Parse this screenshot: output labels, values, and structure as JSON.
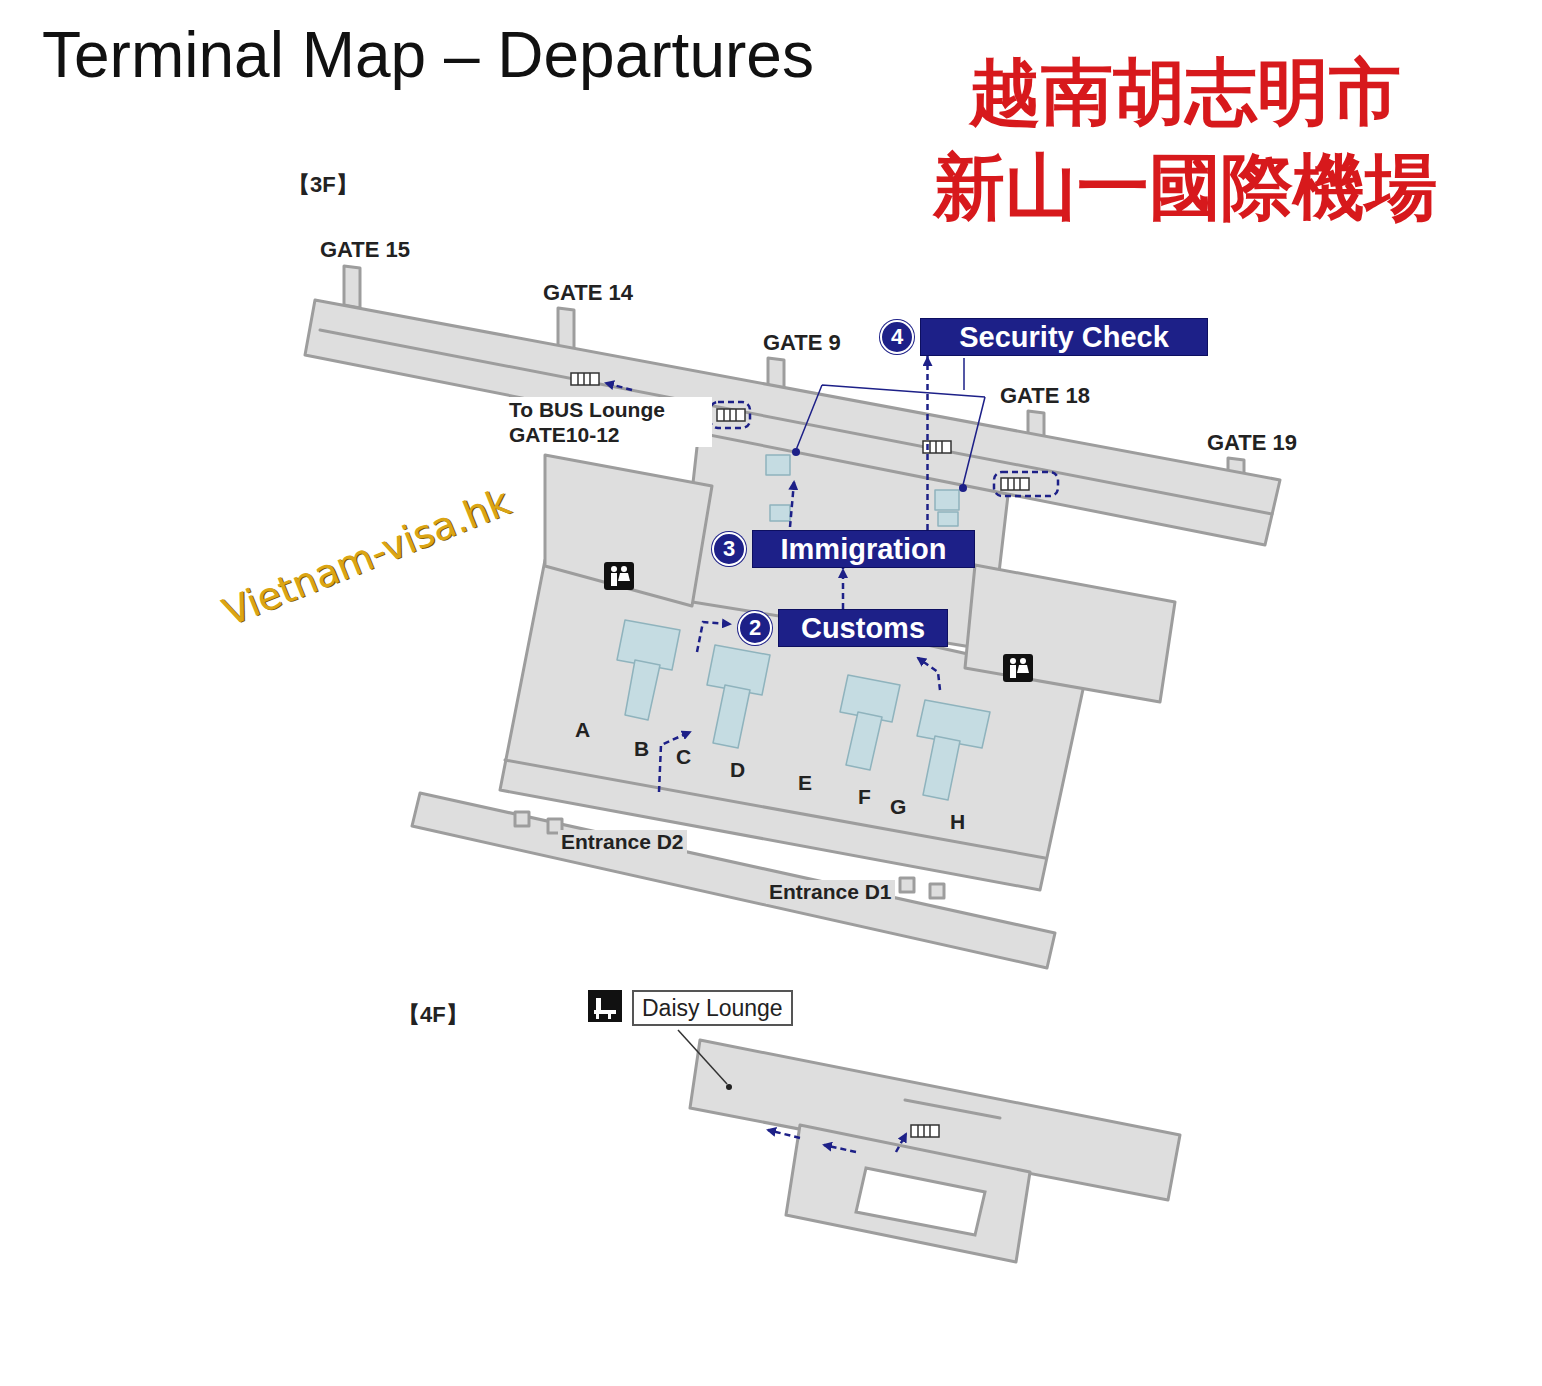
{
  "diagram": {
    "title": "Terminal Map – Departures",
    "nodes": [
      {
        "text": [
          "4",
          "Security Check"
        ]
      },
      {
        "text": [
          "3",
          "Immigration"
        ]
      },
      {
        "text": [
          "2",
          "Customs"
        ]
      },
      {
        "text": [
          "Daisy Lounge"
        ]
      }
    ],
    "edges": [
      {
        "from": 2,
        "to": 1,
        "arrow": "to"
      },
      {
        "from": 1,
        "to": 0,
        "arrow": "to"
      }
    ],
    "labels": [
      "越南胡志明市 新山一國際機場",
      "【3F】",
      "GATE 15",
      "GATE 14",
      "GATE 9",
      "GATE 18",
      "GATE 19",
      "To BUS Lounge GATE10-12",
      "Vietnam-visa.hk",
      "A",
      "B",
      "C",
      "D",
      "E",
      "F",
      "G",
      "H",
      "Entrance D2",
      "Entrance D1",
      "【4F】"
    ]
  }
}
